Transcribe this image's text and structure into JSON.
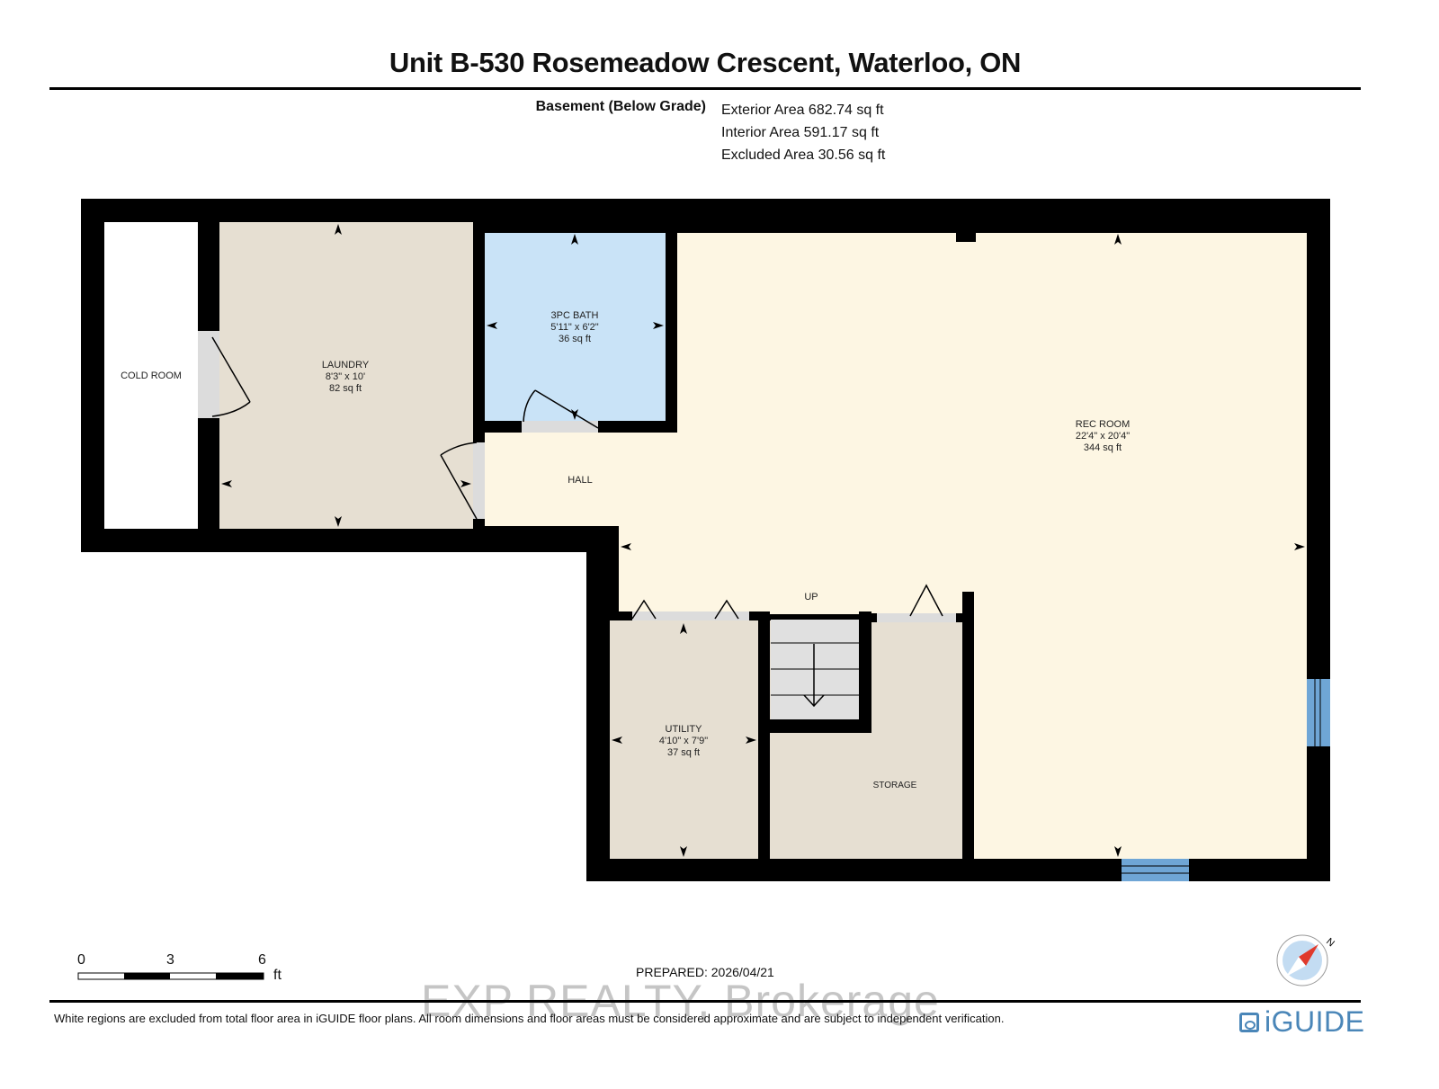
{
  "header": {
    "title": "Unit B-530 Rosemeadow Crescent, Waterloo, ON",
    "level": "Basement (Below Grade)",
    "exterior_area": "Exterior Area 682.74 sq ft",
    "interior_area": "Interior Area 591.17 sq ft",
    "excluded_area": "Excluded Area 30.56 sq ft"
  },
  "rooms": {
    "cold_room": {
      "name": "COLD ROOM",
      "color": "#ffffff"
    },
    "laundry": {
      "name": "LAUNDRY",
      "dims": "8'3\" x 10'",
      "area": "82 sq ft",
      "color": "#e6dfd2"
    },
    "bath": {
      "name": "3PC BATH",
      "dims": "5'11\" x 6'2\"",
      "area": "36 sq ft",
      "color": "#c9e3f7"
    },
    "hall": {
      "name": "HALL",
      "color": "#fdf6e3"
    },
    "rec_room": {
      "name": "REC ROOM",
      "dims": "22'4\" x 20'4\"",
      "area": "344 sq ft",
      "color": "#fdf6e3"
    },
    "stairs": {
      "label": "UP",
      "color": "#e0e0e0"
    },
    "utility": {
      "name": "UTILITY",
      "dims": "4'10\" x 7'9\"",
      "area": "37 sq ft",
      "color": "#e6dfd2"
    },
    "storage": {
      "name": "STORAGE",
      "color": "#e6dfd2"
    }
  },
  "colors": {
    "wall": "#000000",
    "window": "#6fa6d6",
    "door_opening": "#dcdcdc"
  },
  "scale_bar": {
    "ticks": [
      "0",
      "3",
      "6"
    ],
    "unit": "ft"
  },
  "footer": {
    "prepared": "PREPARED: 2026/04/21",
    "watermark": "EXP REALTY, Brokerage",
    "disclaimer": "White regions are excluded from total floor area in iGUIDE floor plans. All room dimensions and floor areas must be considered approximate and are subject to independent verification.",
    "brand": "iGUIDE",
    "compass_label": "N"
  }
}
